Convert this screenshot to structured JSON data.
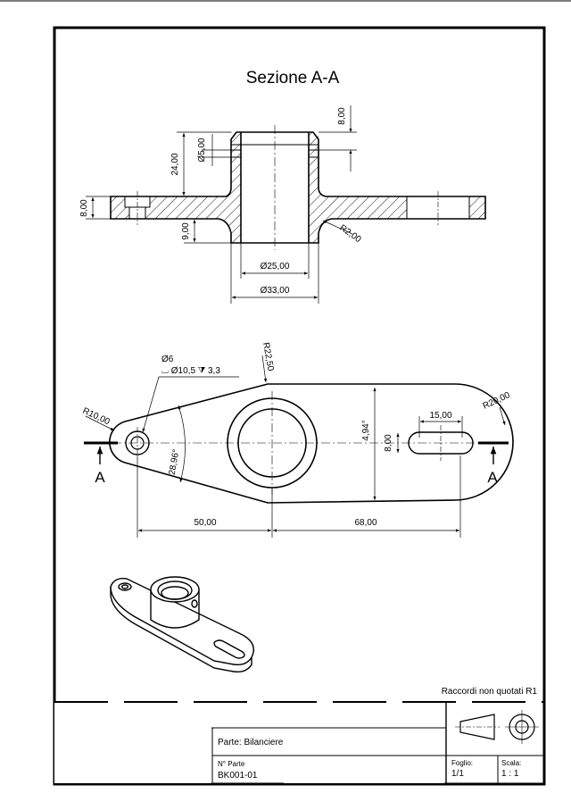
{
  "section_title": "Sezione A-A",
  "section_view": {
    "dims": {
      "top_height": "8,00",
      "hole_dia": "Ø5,00",
      "height_24": "24,00",
      "flange_thick": "8,00",
      "height_9": "9,00",
      "fillet": "R2,00",
      "inner_dia": "Ø25,00",
      "outer_dia": "Ø33,00"
    }
  },
  "top_view": {
    "dims": {
      "hole_callout_1": "Ø6",
      "hole_callout_2": "⌴ Ø10,5 ⧩ 3,3",
      "radius_left": "R10,00",
      "radius_top": "R22,50",
      "radius_right": "R20,00",
      "angle_left": "28,96°",
      "angle_right": "4,94°",
      "slot_length": "15,00",
      "slot_width": "8,00",
      "dist_left": "50,00",
      "dist_right": "68,00"
    },
    "section_letter_left": "A",
    "section_letter_right": "A"
  },
  "title_block": {
    "note": "Raccordi non quotati R1",
    "part_label": "Parte: Bilanciere",
    "part_no_label": "N° Parte",
    "part_no_value": "BK001-01",
    "sheet_label": "Foglio:",
    "sheet_value": "1/1",
    "scale_label": "Scala:",
    "scale_value": "1 : 1"
  },
  "colors": {
    "line": "#000000",
    "hatch": "#000000",
    "paper": "#ffffff"
  }
}
